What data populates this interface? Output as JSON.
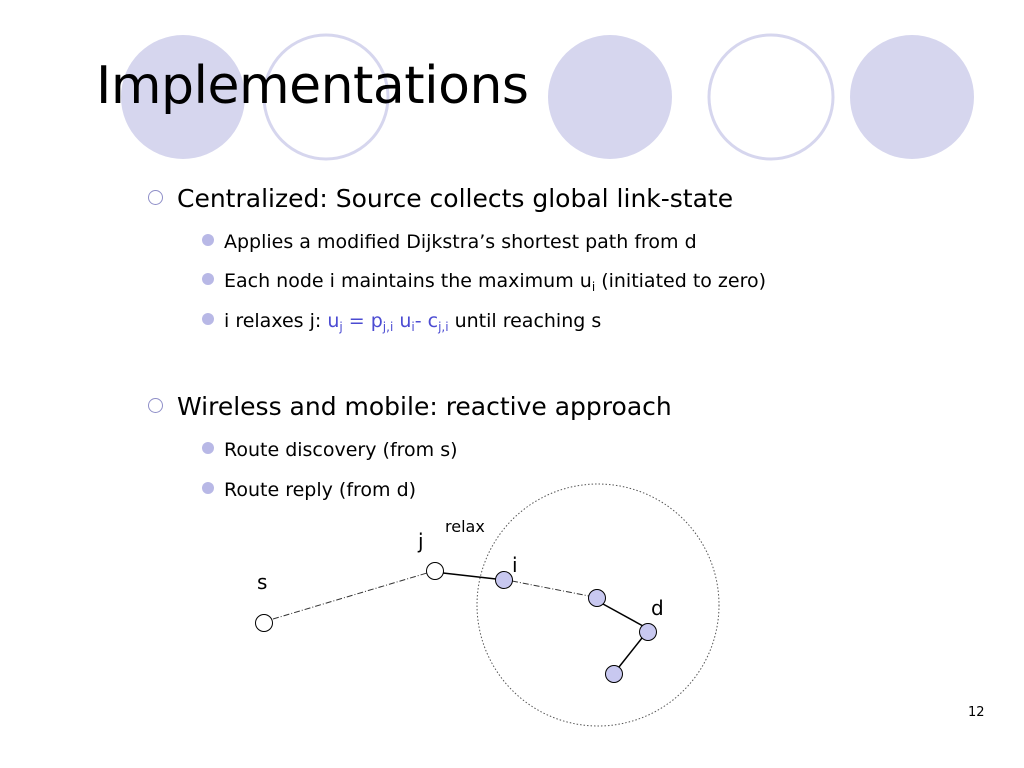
{
  "title": "Implementations",
  "bullets": {
    "centralized": {
      "text": "Centralized: Source collects global link-state",
      "sub1": "Applies a modified Dijkstra’s shortest path from d",
      "sub2": {
        "pre": "Each node i maintains the maximum u",
        "subscript": "i",
        "post": " (initiated to zero)"
      },
      "sub3": {
        "pre": "i relaxes j: ",
        "u": "u",
        "u_sub": "j",
        "eq": " = p",
        "p_sub": "j,i",
        "ui": " u",
        "ui_sub": "i",
        "minus": "- c",
        "c_sub": "j,i",
        "post": " until reaching s"
      }
    },
    "wireless": {
      "text": "Wireless and mobile:  reactive approach",
      "sub1": "Route discovery (from s)",
      "sub2": "Route reply (from d)"
    }
  },
  "diagram": {
    "labels": {
      "s": "s",
      "j": "j",
      "i": "i",
      "d": "d",
      "relax": "relax"
    }
  },
  "colors": {
    "accent_fill": "#d6d6ee",
    "node_fill": "#c8c8f0",
    "math": "#4b4bd2"
  },
  "page_number": "12"
}
